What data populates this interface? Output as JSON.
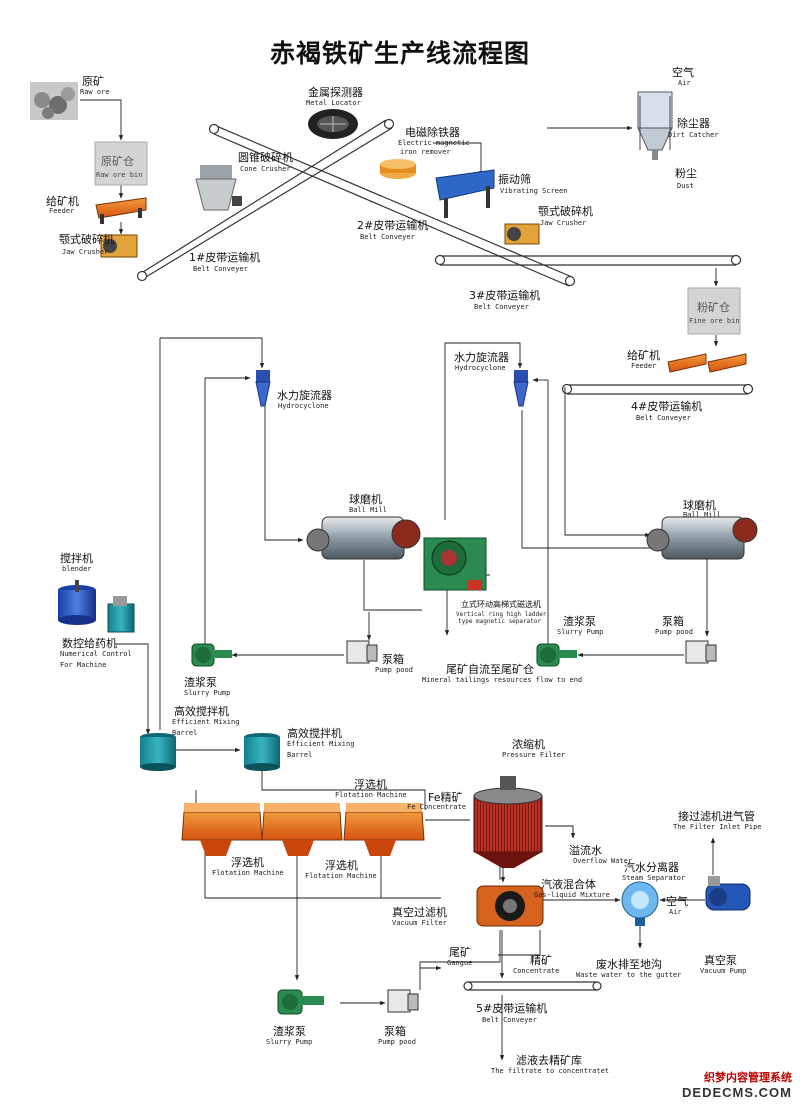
{
  "title": "赤褐铁矿生产线流程图",
  "watermark": {
    "cn": "织梦内容管理系统",
    "en": "DEDECMS.COM"
  },
  "bins": {
    "raw": {
      "zh": "原矿仓",
      "en": "Raw ore bin"
    },
    "fine": {
      "zh": "粉矿仓",
      "en": "Fine ore bin"
    }
  },
  "labels": {
    "raw_ore": {
      "zh": "原矿",
      "en": "Raw ore"
    },
    "metal_locator": {
      "zh": "金属探测器",
      "en": "Metal Locator"
    },
    "electric_magnetic": {
      "zh": "电磁除铁器",
      "en": "Electric magnetic",
      "en2": "iron remover"
    },
    "air_top": {
      "zh": "空气",
      "en": "Air"
    },
    "dirt_catcher": {
      "zh": "除尘器",
      "en": "Dirt Catcher"
    },
    "dust": {
      "zh": "粉尘",
      "en": "Dust"
    },
    "cone_crusher": {
      "zh": "圆锥破碎机",
      "en": "Cone Crusher"
    },
    "vibrating_screen": {
      "zh": "振动筛",
      "en": "Vibrating Screen"
    },
    "feeder1": {
      "zh": "给矿机",
      "en": "Feeder"
    },
    "jaw_crusher1": {
      "zh": "颚式破碎机",
      "en": "Jaw Crusher"
    },
    "jaw_crusher2": {
      "zh": "颚式破碎机",
      "en": "Jaw Crusher"
    },
    "belt2": {
      "zh": "2#皮带运输机",
      "en": "Belt Conveyer"
    },
    "belt1": {
      "zh": "1#皮带运输机",
      "en": "Belt Conveyer"
    },
    "belt3": {
      "zh": "3#皮带运输机",
      "en": "Belt Conveyer"
    },
    "feeder2": {
      "zh": "给矿机",
      "en": "Feeder"
    },
    "belt4": {
      "zh": "4#皮带运输机",
      "en": "Belt Conveyer"
    },
    "hydro1": {
      "zh": "水力旋流器",
      "en": "Hydrocyclone"
    },
    "hydro2": {
      "zh": "水力旋流器",
      "en": "Hydrocyclone"
    },
    "ball_mill1": {
      "zh": "球磨机",
      "en": "Ball Mill"
    },
    "ball_mill2": {
      "zh": "球磨机",
      "en": "Ball Mill"
    },
    "blender": {
      "zh": "搅拌机",
      "en": "blender"
    },
    "nc_machine": {
      "zh": "数控给药机",
      "en": "Numerical Control",
      "en2": "For Machine"
    },
    "vrhg": {
      "zh": "立式环动高梯式磁选机",
      "en": "Vertical ring high ladder",
      "en2": "type magnetic separator"
    },
    "slurry_pump_r": {
      "zh": "渣浆泵",
      "en": "Slurry Pump"
    },
    "pump_pood_r": {
      "zh": "泵箱",
      "en": "Pump pood"
    },
    "pump_pood_m": {
      "zh": "泵箱",
      "en": "Pump pood"
    },
    "slurry_pump_l": {
      "zh": "渣浆泵",
      "en": "Slurry Pump"
    },
    "tailings": {
      "zh": "尾矿自流至尾矿仓",
      "en": "Mineral tailings resources flow to end"
    },
    "mix1": {
      "zh": "高效搅拌机",
      "en": "Efficient Mixing",
      "en2": "Barrel"
    },
    "mix2": {
      "zh": "高效搅拌机",
      "en": "Efficient Mixing",
      "en2": "Barrel"
    },
    "thickener": {
      "zh": "浓缩机",
      "en": "Pressure Filter"
    },
    "flot_top": {
      "zh": "浮选机",
      "en": "Flotation Machine"
    },
    "fe_conc": {
      "zh": "Fe精矿",
      "en": "Fe Concentrate"
    },
    "overflow": {
      "zh": "溢流水",
      "en": "Overflow Water"
    },
    "filter_inlet": {
      "zh": "接过滤机进气管",
      "en": "The Filter Inlet Pipe"
    },
    "flot_b1": {
      "zh": "浮选机",
      "en": "Flotation Machine"
    },
    "flot_b2": {
      "zh": "浮选机",
      "en": "Flotation Machine"
    },
    "gas_liquid": {
      "zh": "汽液混合体",
      "en": "Gas-liquid Mixture"
    },
    "steam_sep": {
      "zh": "汽水分离器",
      "en": "Steam Separator"
    },
    "air_bottom": {
      "zh": "空气",
      "en": "Air"
    },
    "vacuum_filter": {
      "zh": "真空过滤机",
      "en": "Vacuum Filter"
    },
    "vacuum_pump": {
      "zh": "真空泵",
      "en": "Vacuum Pump"
    },
    "gangue": {
      "zh": "尾矿",
      "en": "Gangue"
    },
    "concentrate": {
      "zh": "精矿",
      "en": "Concentrate"
    },
    "waste_water": {
      "zh": "废水排至地沟",
      "en": "Waste water to the gutter"
    },
    "belt5": {
      "zh": "5#皮带运输机",
      "en": "Belt Conveyer"
    },
    "slurry_pump_b": {
      "zh": "渣浆泵",
      "en": "Slurry Pump"
    },
    "pump_pood_b": {
      "zh": "泵箱",
      "en": "Pump pood"
    },
    "filtrate": {
      "zh": "滤液去精矿库",
      "en": "The filtrate to concentratet"
    }
  }
}
